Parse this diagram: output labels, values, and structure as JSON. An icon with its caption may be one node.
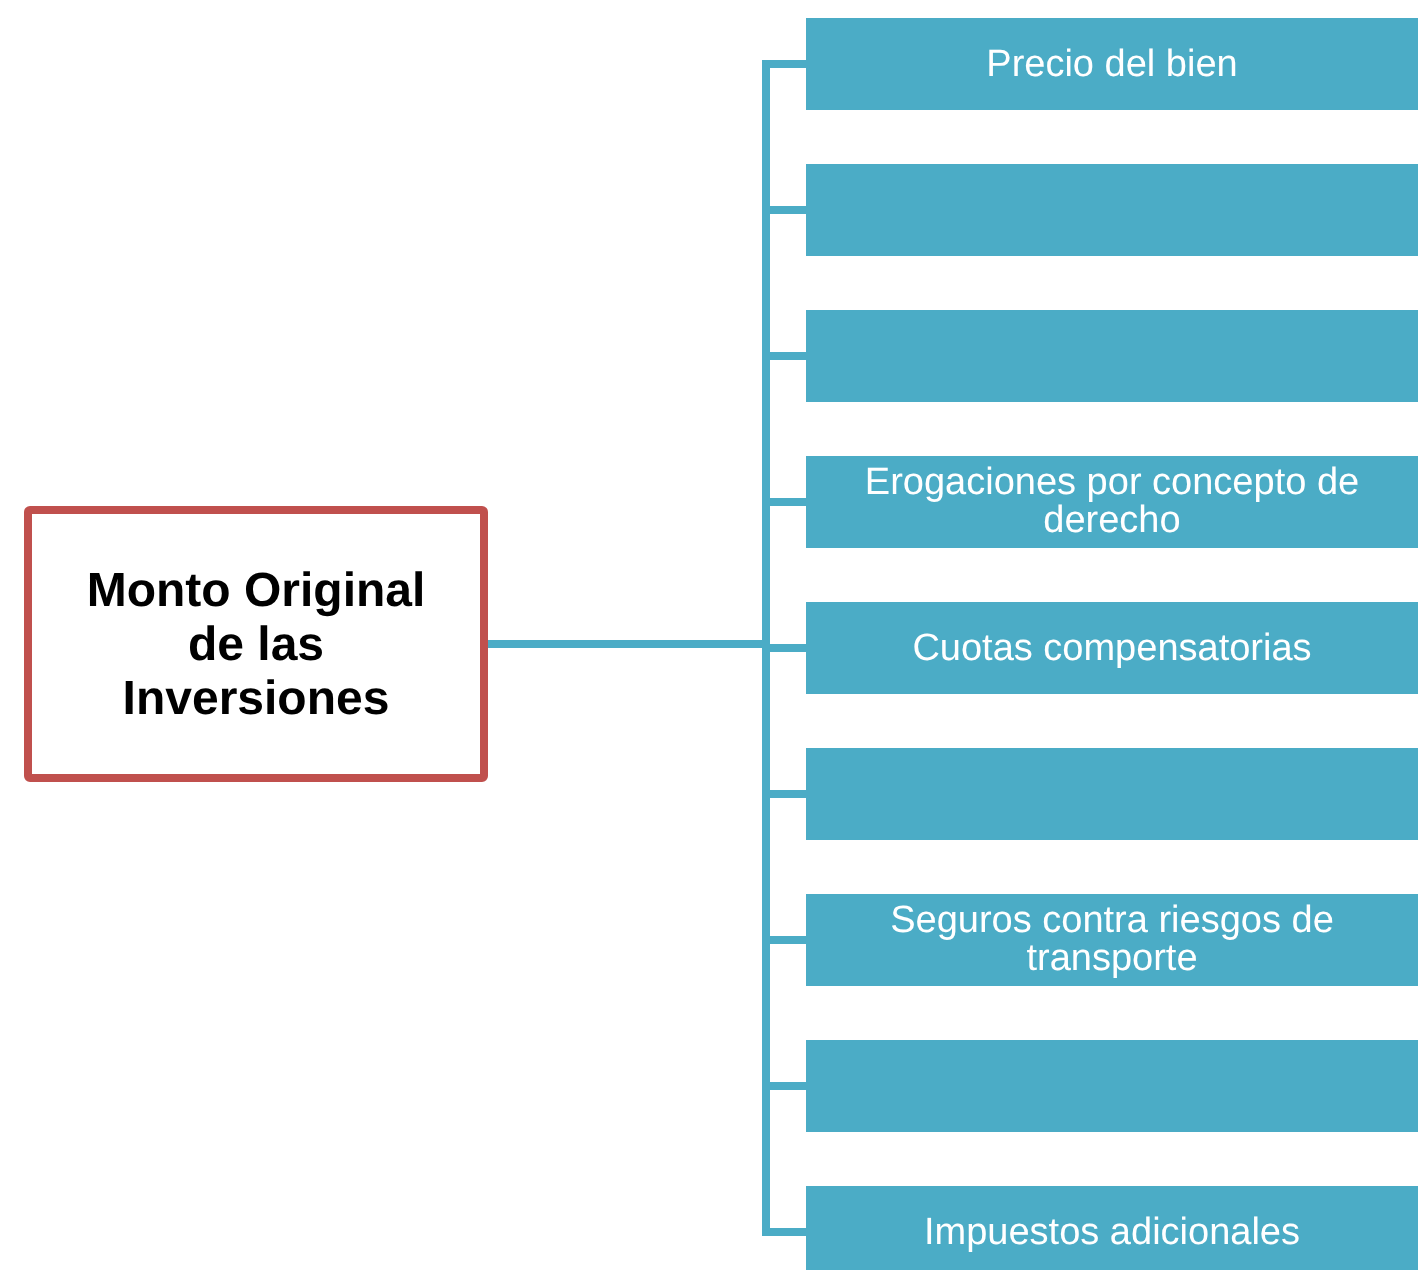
{
  "diagram": {
    "nodes": [
      {
        "text": [
          "Monto Original de las Inversiones"
        ]
      },
      {
        "text": [
          "Precio del bien"
        ]
      },
      {
        "text": [],
        "shape": "box"
      },
      {
        "text": [],
        "shape": "box"
      },
      {
        "text": [
          "Erogaciones por concepto de derecho"
        ]
      },
      {
        "text": [
          "Cuotas compensatorias"
        ]
      },
      {
        "text": [],
        "shape": "box"
      },
      {
        "text": [
          "Seguros contra riesgos de transporte"
        ]
      },
      {
        "text": [],
        "shape": "box"
      },
      {
        "text": [
          "Impuestos adicionales"
        ]
      }
    ],
    "edges": [
      {
        "from": 0,
        "to": 1,
        "arrow": "none"
      },
      {
        "from": 0,
        "to": 2,
        "arrow": "none"
      },
      {
        "from": 0,
        "to": 3,
        "arrow": "none"
      },
      {
        "from": 0,
        "to": 4,
        "arrow": "none"
      },
      {
        "from": 0,
        "to": 5,
        "arrow": "none"
      },
      {
        "from": 0,
        "to": 6,
        "arrow": "none"
      },
      {
        "from": 0,
        "to": 7,
        "arrow": "none"
      },
      {
        "from": 0,
        "to": 8,
        "arrow": "none"
      },
      {
        "from": 0,
        "to": 9,
        "arrow": "none"
      }
    ]
  }
}
